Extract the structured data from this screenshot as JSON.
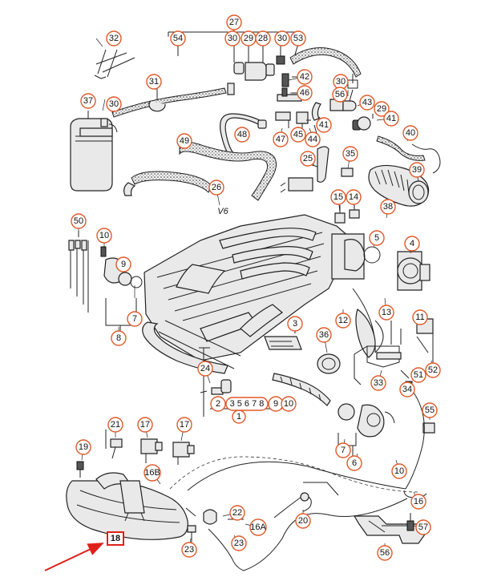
{
  "diagram": {
    "engine_mark": "V6",
    "callouts": [
      {
        "id": "c27",
        "label": "27"
      },
      {
        "id": "c32",
        "label": "32"
      },
      {
        "id": "c54",
        "label": "54"
      },
      {
        "id": "c30a",
        "label": "30"
      },
      {
        "id": "c29a",
        "label": "29"
      },
      {
        "id": "c28",
        "label": "28"
      },
      {
        "id": "c30b",
        "label": "30"
      },
      {
        "id": "c53",
        "label": "53"
      },
      {
        "id": "c31",
        "label": "31"
      },
      {
        "id": "c42",
        "label": "42"
      },
      {
        "id": "c37",
        "label": "37"
      },
      {
        "id": "c30c",
        "label": "30"
      },
      {
        "id": "c46",
        "label": "46"
      },
      {
        "id": "c30d",
        "label": "30"
      },
      {
        "id": "c56",
        "label": "56"
      },
      {
        "id": "c43",
        "label": "43"
      },
      {
        "id": "c29b",
        "label": "29"
      },
      {
        "id": "c41a",
        "label": "41"
      },
      {
        "id": "c41b",
        "label": "41"
      },
      {
        "id": "c45",
        "label": "45"
      },
      {
        "id": "c48",
        "label": "48"
      },
      {
        "id": "c47",
        "label": "47"
      },
      {
        "id": "c44",
        "label": "44"
      },
      {
        "id": "c40",
        "label": "40"
      },
      {
        "id": "c49",
        "label": "49"
      },
      {
        "id": "c35",
        "label": "35"
      },
      {
        "id": "c25",
        "label": "25"
      },
      {
        "id": "c39",
        "label": "39"
      },
      {
        "id": "c26",
        "label": "26"
      },
      {
        "id": "c15",
        "label": "15"
      },
      {
        "id": "c14",
        "label": "14"
      },
      {
        "id": "c38",
        "label": "38"
      },
      {
        "id": "c50",
        "label": "50"
      },
      {
        "id": "c10a",
        "label": "10"
      },
      {
        "id": "c5",
        "label": "5"
      },
      {
        "id": "c4",
        "label": "4"
      },
      {
        "id": "c9",
        "label": "9"
      },
      {
        "id": "c7a",
        "label": "7"
      },
      {
        "id": "c8",
        "label": "8"
      },
      {
        "id": "c13",
        "label": "13"
      },
      {
        "id": "c12",
        "label": "12"
      },
      {
        "id": "c11",
        "label": "11"
      },
      {
        "id": "c3",
        "label": "3"
      },
      {
        "id": "c36",
        "label": "36"
      },
      {
        "id": "c52",
        "label": "52"
      },
      {
        "id": "c51",
        "label": "51"
      },
      {
        "id": "c24",
        "label": "24"
      },
      {
        "id": "c33",
        "label": "33"
      },
      {
        "id": "c34",
        "label": "34"
      },
      {
        "id": "c2",
        "label": "2"
      },
      {
        "id": "c9b",
        "label": "9"
      },
      {
        "id": "c10b",
        "label": "10"
      },
      {
        "id": "c55",
        "label": "55"
      },
      {
        "id": "c21",
        "label": "21"
      },
      {
        "id": "c17a",
        "label": "17"
      },
      {
        "id": "c17b",
        "label": "17"
      },
      {
        "id": "c19",
        "label": "19"
      },
      {
        "id": "c7b",
        "label": "7"
      },
      {
        "id": "c6",
        "label": "6"
      },
      {
        "id": "c10c",
        "label": "10"
      },
      {
        "id": "c16B",
        "label": "16B"
      },
      {
        "id": "c16",
        "label": "16"
      },
      {
        "id": "c22",
        "label": "22"
      },
      {
        "id": "c16A",
        "label": "16A"
      },
      {
        "id": "c20",
        "label": "20"
      },
      {
        "id": "c57",
        "label": "57"
      },
      {
        "id": "c23a",
        "label": "23"
      },
      {
        "id": "c23b",
        "label": "23"
      },
      {
        "id": "c56b",
        "label": "56"
      },
      {
        "id": "c1",
        "label": "1"
      }
    ],
    "bracket_label": "3 5 6 7 8",
    "highlighted_part": "18"
  }
}
